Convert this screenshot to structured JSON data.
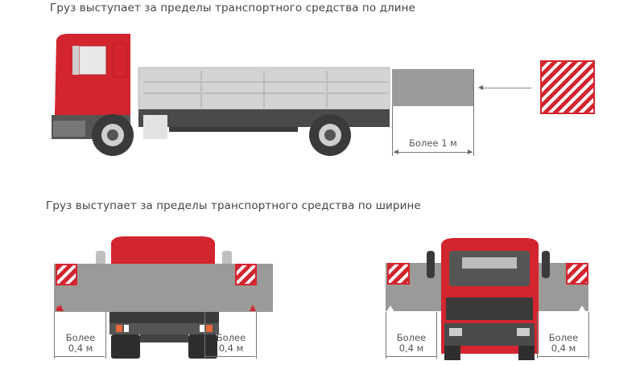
{
  "diagram": {
    "section_length": {
      "heading": "Груз выступает за пределы транспортного средства по длине",
      "dimension_label": "Более 1 м",
      "sign": "red-white-diagonal-stripe-sign",
      "arrow": "left-arrow"
    },
    "section_width": {
      "heading": "Груз выступает за пределы транспортного средства по ширине",
      "rear_view": {
        "left_label_line1": "Более",
        "left_label_line2": "0,4 м",
        "right_label_line1": "Более",
        "right_label_line2": "0,4 м",
        "marker_color": "red-triangle"
      },
      "front_view": {
        "left_label_line1": "Более",
        "left_label_line2": "0,4 м",
        "right_label_line1": "Более",
        "right_label_line2": "0,4 м",
        "marker_color": "white-triangle"
      }
    },
    "colors": {
      "truck_red": "#d3252f",
      "cargo_gray": "#9a9a98",
      "body_gray": "#d4d4d2",
      "chassis_dark": "#4a4a4a"
    }
  }
}
